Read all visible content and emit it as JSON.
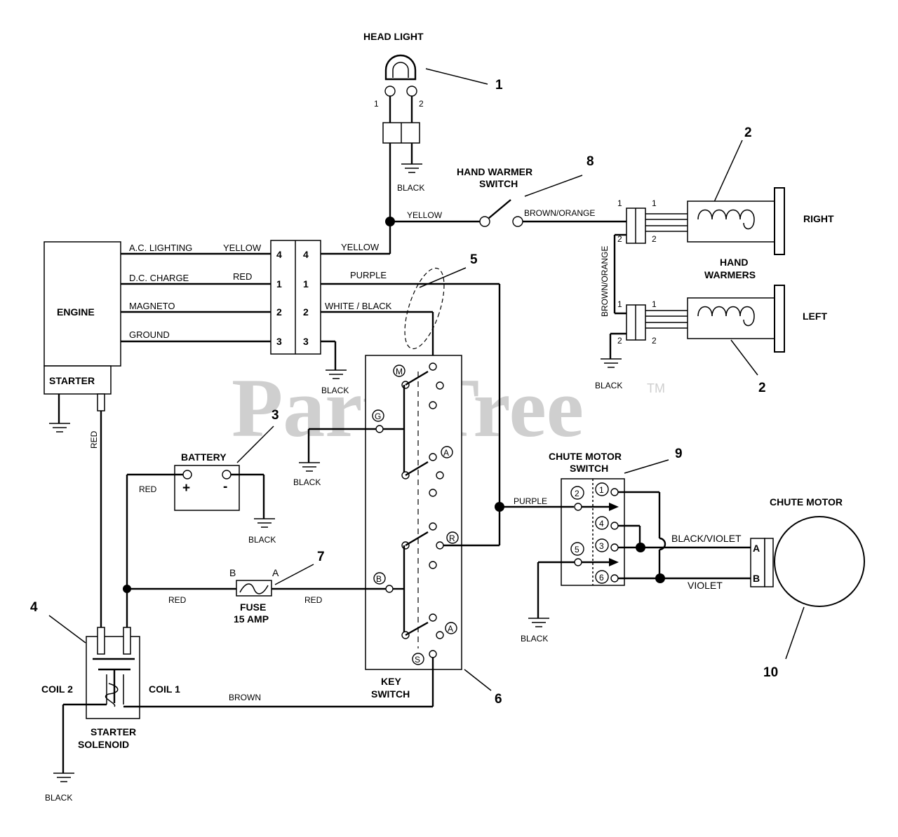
{
  "watermark": {
    "text": "PartsTree",
    "tm": "TM"
  },
  "headlight": {
    "title": "HEAD LIGHT",
    "pin1": "1",
    "pin2": "2",
    "ground": "BLACK",
    "callout": "1"
  },
  "hand_warmer_switch": {
    "line1": "HAND WARMER",
    "line2": "SWITCH",
    "callout": "8",
    "in_wire": "YELLOW",
    "out_wire": "BROWN/ORANGE"
  },
  "hand_warmers": {
    "line1": "HAND",
    "line2": "WARMERS",
    "right": "RIGHT",
    "left": "LEFT",
    "callout_top": "2",
    "callout_bottom": "2",
    "riser_wire": "BROWN/ORANGE",
    "ground": "BLACK",
    "pin1": "1",
    "pin2": "2"
  },
  "engine": {
    "title": "ENGINE",
    "starter": "STARTER",
    "starter_wire": "RED",
    "wires": [
      {
        "name": "A.C. LIGHTING",
        "color": "YELLOW",
        "pin": "4"
      },
      {
        "name": "D.C. CHARGE",
        "color": "RED",
        "pin": "1"
      },
      {
        "name": "MAGNETO",
        "color": "",
        "pin": "2"
      },
      {
        "name": "GROUND",
        "color": "",
        "pin": "3"
      }
    ],
    "out_wires": [
      "YELLOW",
      "PURPLE",
      "WHITE / BLACK"
    ],
    "ground": "BLACK",
    "callout_5": "5"
  },
  "battery": {
    "title": "BATTERY",
    "plus": "+",
    "minus": "-",
    "pos_wire": "RED",
    "ground": "BLACK",
    "callout": "3"
  },
  "key_switch": {
    "line1": "KEY",
    "line2": "SWITCH",
    "callout": "6",
    "terminals": [
      "M",
      "G",
      "A",
      "R",
      "B",
      "A",
      "S"
    ],
    "g_ground": "BLACK"
  },
  "fuse": {
    "line1": "FUSE",
    "line2": "15 AMP",
    "b": "B",
    "a": "A",
    "left_wire": "RED",
    "right_wire": "RED",
    "callout": "7"
  },
  "solenoid": {
    "line1": "STARTER",
    "line2": "SOLENOID",
    "coil1": "COIL 1",
    "coil2": "COIL 2",
    "brown_wire": "BROWN",
    "ground": "BLACK",
    "callout": "4"
  },
  "chute_switch": {
    "line1": "CHUTE MOTOR",
    "line2": "SWITCH",
    "callout": "9",
    "in_wire": "PURPLE",
    "terminals": [
      "1",
      "2",
      "4",
      "3",
      "5",
      "6"
    ],
    "ground": "BLACK",
    "wire_a": "BLACK/VIOLET",
    "wire_b": "VIOLET"
  },
  "chute_motor": {
    "title": "CHUTE MOTOR",
    "a": "A",
    "b": "B",
    "callout": "10"
  }
}
